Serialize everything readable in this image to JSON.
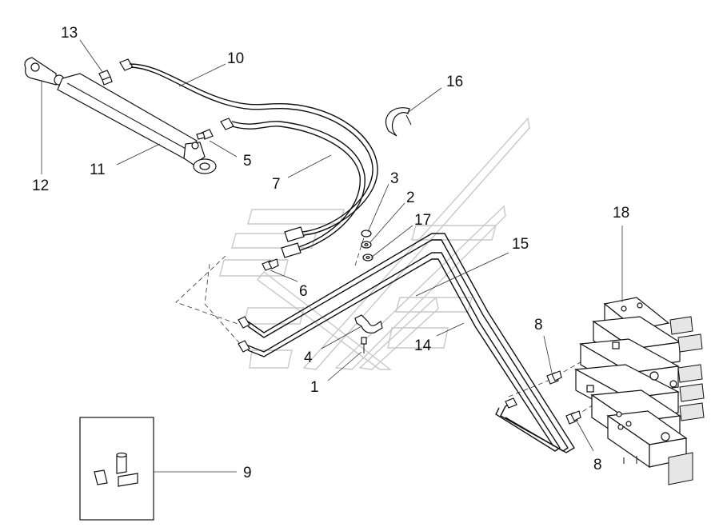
{
  "callouts": {
    "c1": "1",
    "c2": "2",
    "c3": "3",
    "c4": "4",
    "c5": "5",
    "c6": "6",
    "c7": "7",
    "c8a": "8",
    "c8b": "8",
    "c9": "9",
    "c10": "10",
    "c11": "11",
    "c12": "12",
    "c13": "13",
    "c14": "14",
    "c15": "15",
    "c16": "16",
    "c17": "17",
    "c18": "18"
  },
  "colors": {
    "ink": "#111111",
    "watermark": "#c8c8c8",
    "background": "#ffffff"
  }
}
